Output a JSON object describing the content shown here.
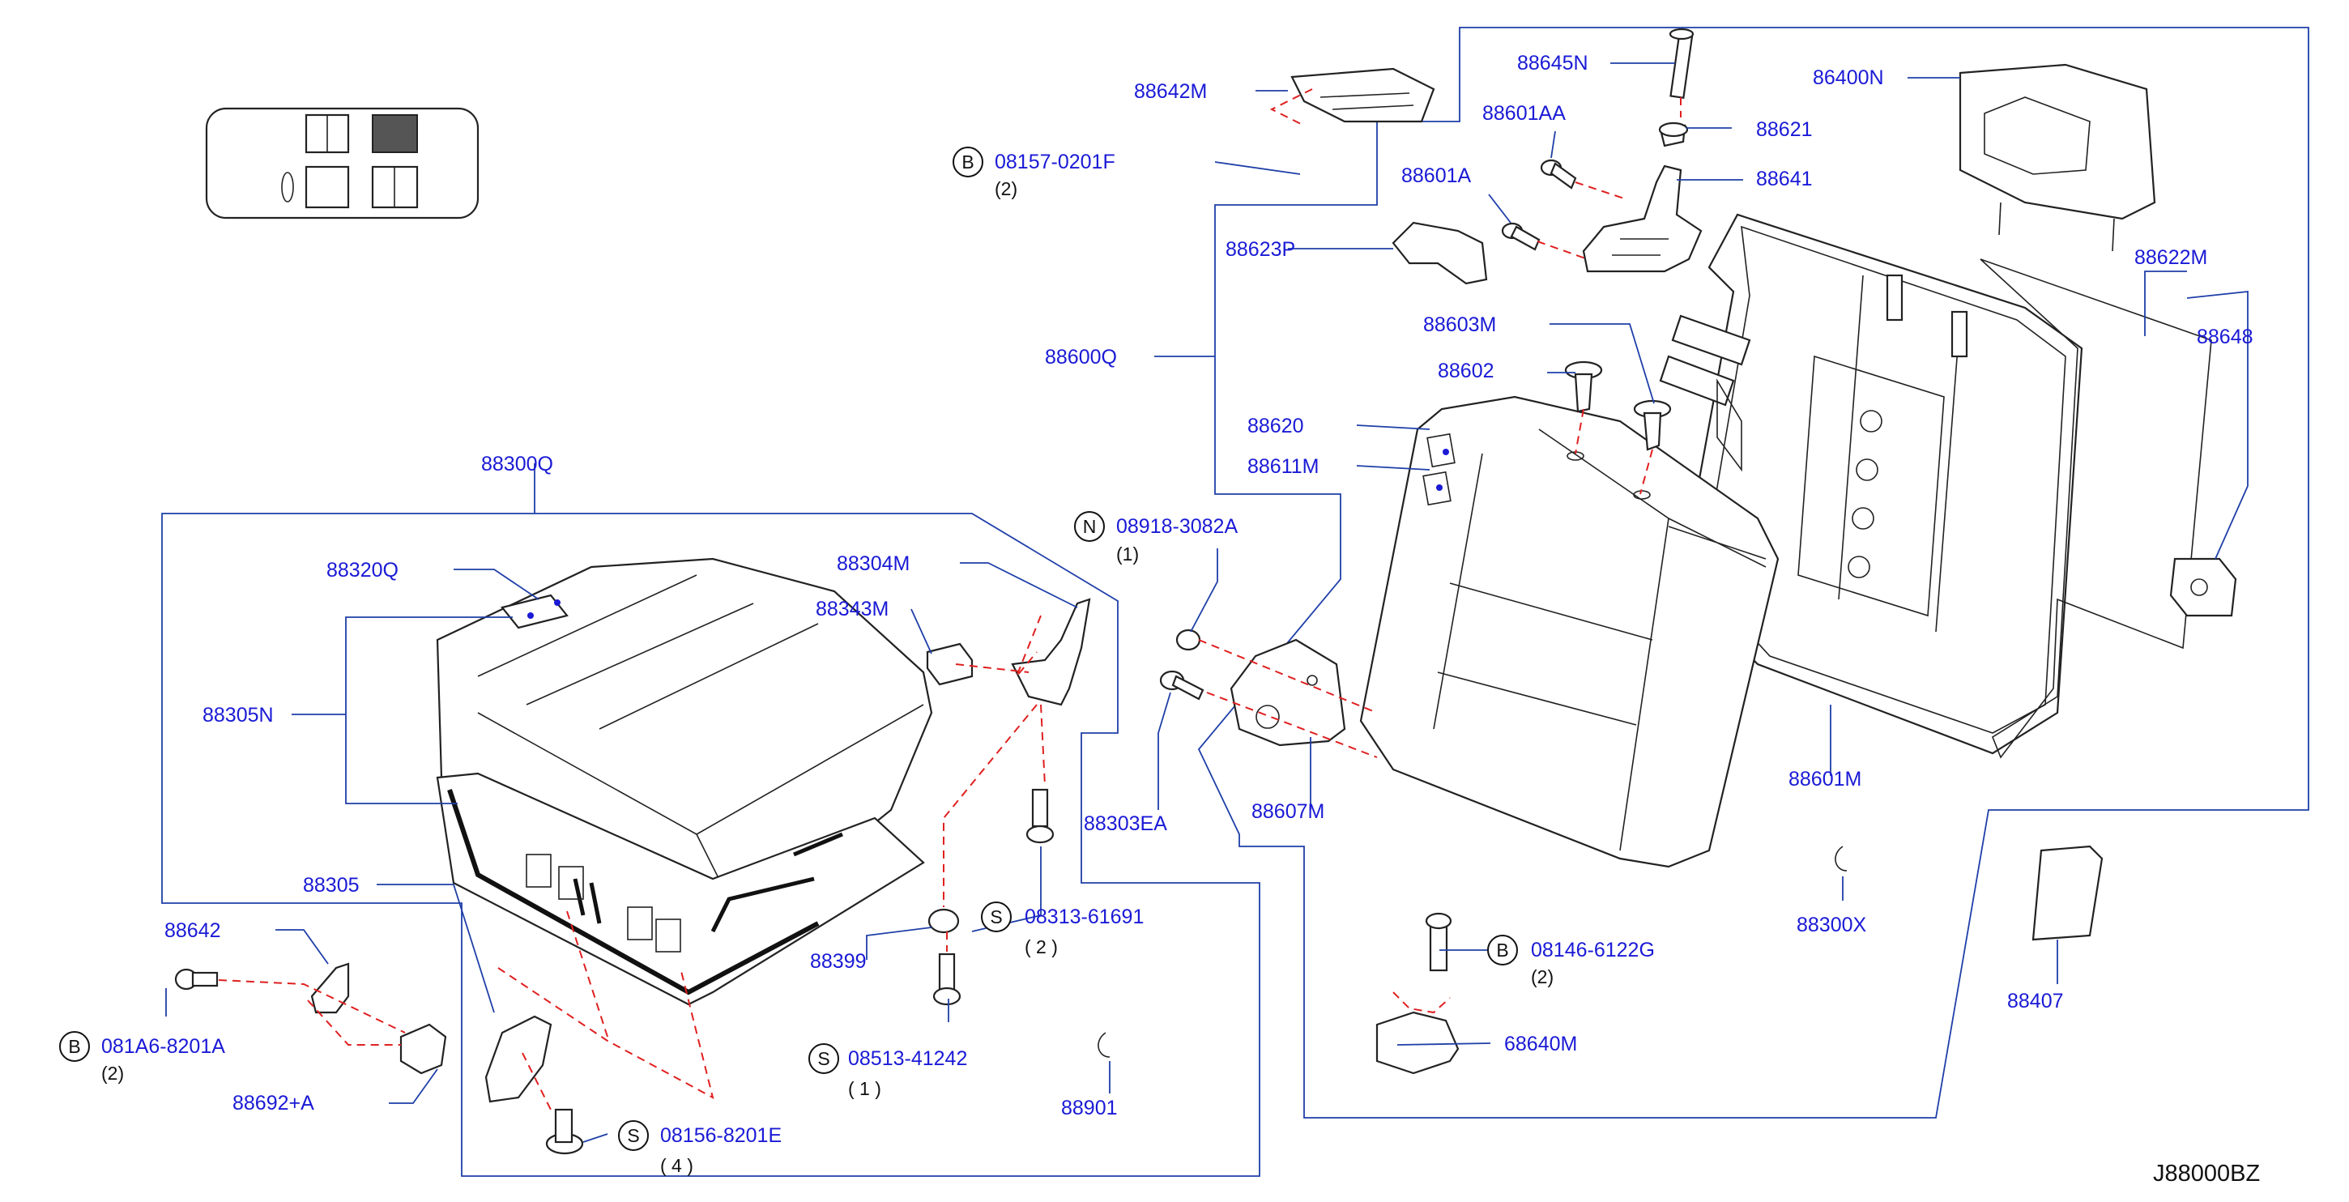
{
  "diagram_code": "J88000BZ",
  "colors": {
    "callout_text": "#1a1ad6",
    "leader_line": "#1f3fa8",
    "hidden_line": "#e02020",
    "outline": "#222222"
  },
  "callouts": {
    "p88642M": "88642M",
    "p88645N": "88645N",
    "p86400N": "86400N",
    "p88601AA": "88601AA",
    "p88621": "88621",
    "p08157_0201F": "08157-0201F",
    "q08157_0201F": "(2)",
    "p88601A": "88601A",
    "p88641": "88641",
    "p88623P": "88623P",
    "p88622M": "88622M",
    "p88648": "88648",
    "p88603M": "88603M",
    "p88600Q": "88600Q",
    "p88602": "88602",
    "p88620": "88620",
    "p88611M": "88611M",
    "p88300Q": "88300Q",
    "p08918_3082A": "08918-3082A",
    "q08918_3082A": "(1)",
    "p88320Q": "88320Q",
    "p88304M": "88304M",
    "p88343M": "88343M",
    "p88305N": "88305N",
    "p88303EA": "88303EA",
    "p88607M": "88607M",
    "p88601M": "88601M",
    "p88305": "88305",
    "p08313_61691": "08313-61691",
    "q08313_61691": "( 2 )",
    "p88300X": "88300X",
    "p88642": "88642",
    "p88399": "88399",
    "p08146_6122G": "08146-6122G",
    "q08146_6122G": "(2)",
    "p88407": "88407",
    "p081A6_8201A": "081A6-8201A",
    "q081A6_8201A": "(2)",
    "p68640M": "68640M",
    "p08513_41242": "08513-41242",
    "q08513_41242": "( 1 )",
    "p88692A": "88692+A",
    "p88901": "88901",
    "p08156_8201E": "08156-8201E",
    "q08156_8201E": "( 4 )"
  },
  "prefix_marks": {
    "b": "B",
    "n": "N",
    "s": "S"
  }
}
